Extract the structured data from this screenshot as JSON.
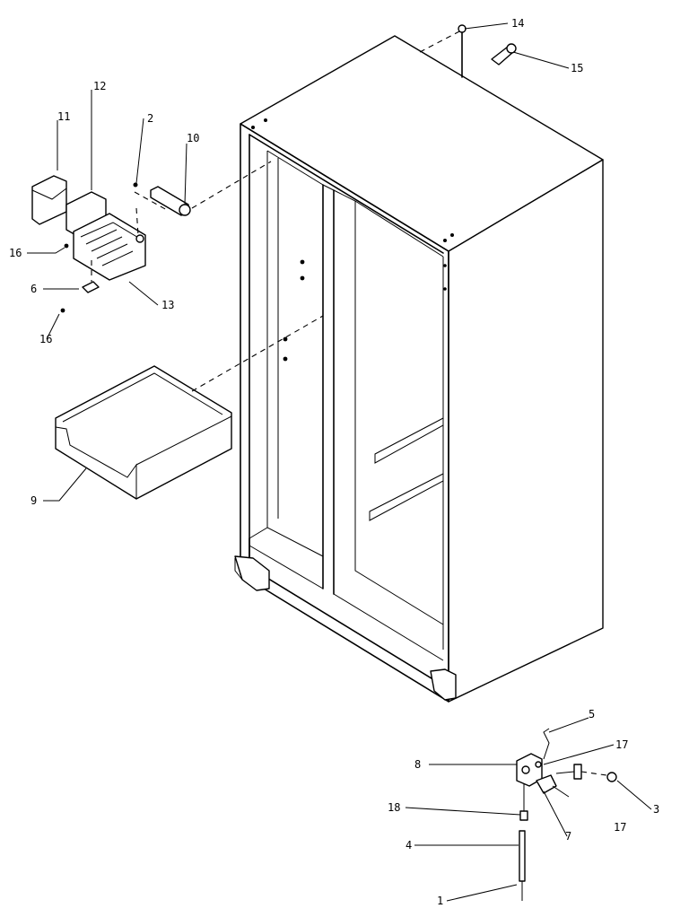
{
  "callouts": [
    {
      "id": "c1",
      "text": "1"
    },
    {
      "id": "c2",
      "text": "2"
    },
    {
      "id": "c3",
      "text": "3"
    },
    {
      "id": "c4",
      "text": "4"
    },
    {
      "id": "c5",
      "text": "5"
    },
    {
      "id": "c6",
      "text": "6"
    },
    {
      "id": "c7",
      "text": "7"
    },
    {
      "id": "c8",
      "text": "8"
    },
    {
      "id": "c9",
      "text": "9"
    },
    {
      "id": "c10",
      "text": "10"
    },
    {
      "id": "c11",
      "text": "11"
    },
    {
      "id": "c12",
      "text": "12"
    },
    {
      "id": "c13",
      "text": "13"
    },
    {
      "id": "c14",
      "text": "14"
    },
    {
      "id": "c15",
      "text": "15"
    },
    {
      "id": "c16a",
      "text": "16"
    },
    {
      "id": "c16b",
      "text": "16"
    },
    {
      "id": "c17a",
      "text": "17"
    },
    {
      "id": "c17b",
      "text": "17"
    },
    {
      "id": "c18",
      "text": "18"
    }
  ]
}
